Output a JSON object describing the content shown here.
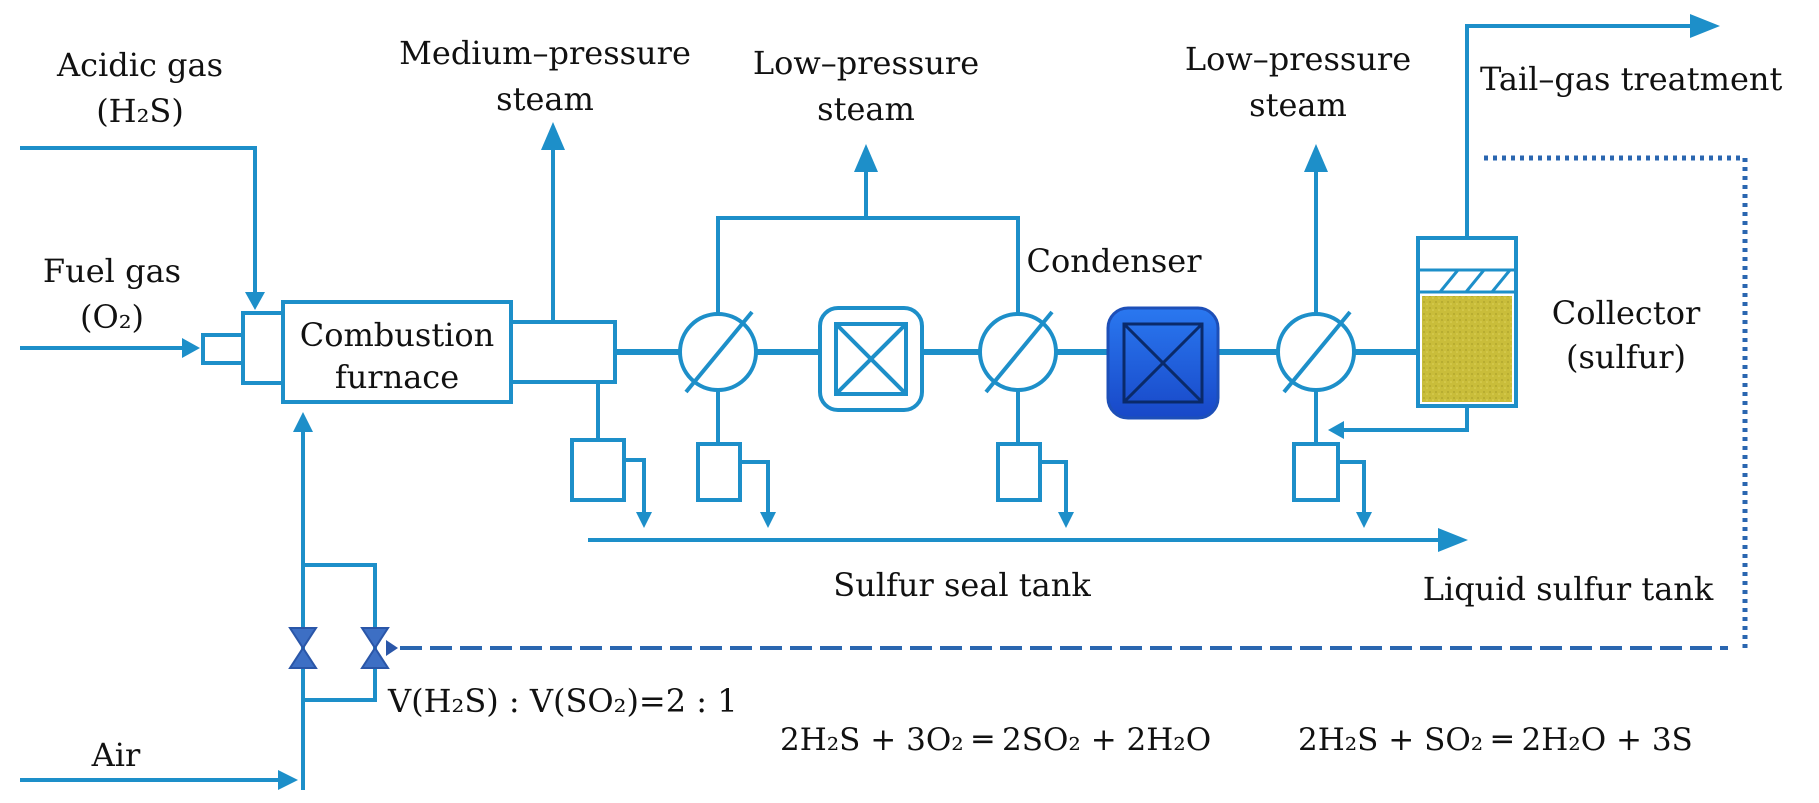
{
  "labels": {
    "acidic_gas": "Acidic gas",
    "acidic_gas_formula": "(H₂S)",
    "fuel_gas": "Fuel gas",
    "fuel_gas_formula": "(O₂)",
    "air": "Air",
    "combustion_furnace_1": "Combustion",
    "combustion_furnace_2": "furnace",
    "medium_pressure_1": "Medium–pressure",
    "medium_pressure_2": "steam",
    "low_pressure_a_1": "Low–pressure",
    "low_pressure_a_2": "steam",
    "low_pressure_b_1": "Low–pressure",
    "low_pressure_b_2": "steam",
    "condenser": "Condenser",
    "tail_gas": "Tail–gas treatment",
    "collector_1": "Collector",
    "collector_2": "(sulfur)",
    "sulfur_seal_tank": "Sulfur seal tank",
    "liquid_sulfur_tank": "Liquid sulfur tank",
    "ratio": "V(H₂S) : V(SO₂)=2 : 1"
  },
  "equations": {
    "eq1": "2H₂S + 3O₂ ═ 2SO₂ + 2H₂O",
    "eq2": "2H₂S + SO₂ ═ 2H₂O + 3S"
  },
  "colors": {
    "pipe": "#1d8fc9",
    "control_line": "#2a66b0",
    "reactor_fill": "#1f63e0",
    "sulfur_fill": "#c9bd3a"
  }
}
